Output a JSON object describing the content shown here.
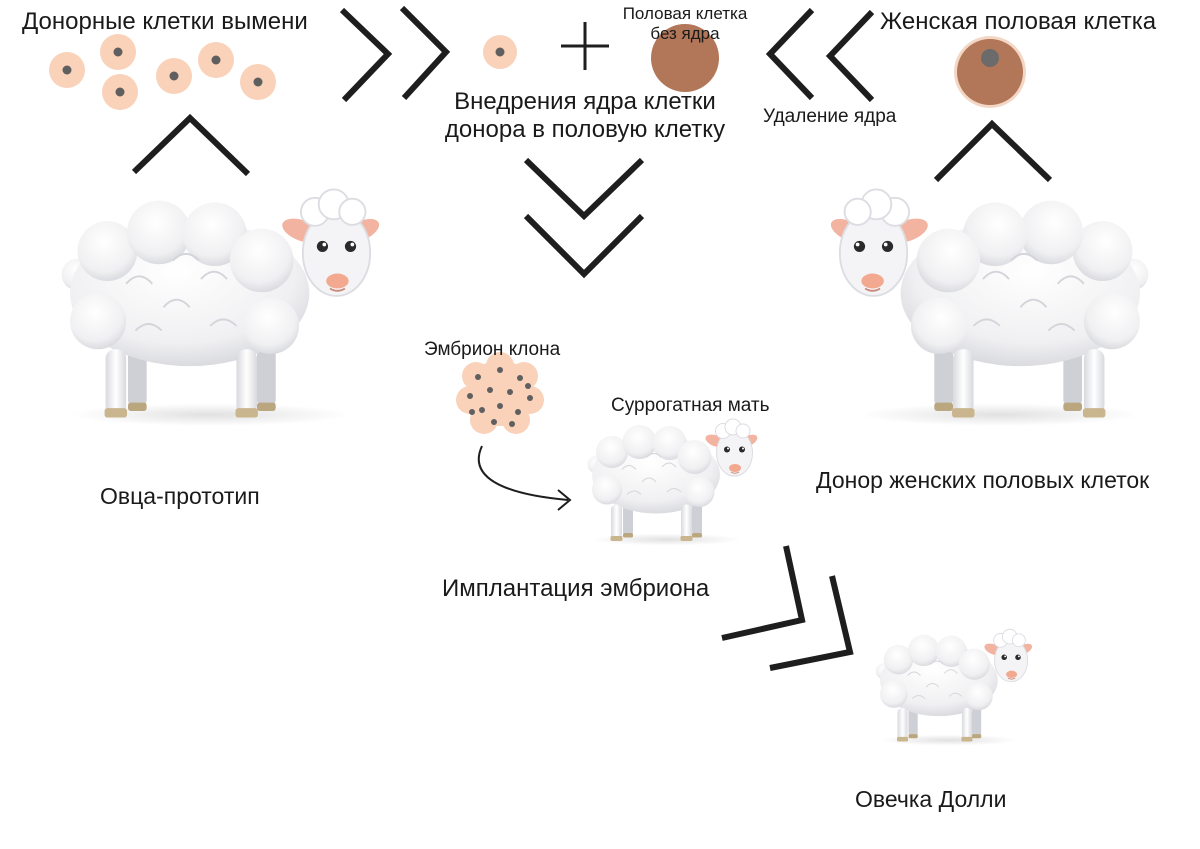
{
  "labels": {
    "donor_udder_cells": "Донорные клетки вымени",
    "egg_without_nucleus_line1": "Половая клетка",
    "egg_without_nucleus_line2": "без ядра",
    "female_egg_cell": "Женская половая клетка",
    "nucleus_insertion_line1": "Внедрения ядра клетки",
    "nucleus_insertion_line2": "донора в половую клетку",
    "nucleus_removal": "Удаление ядра",
    "prototype_sheep": "Овца-прототип",
    "egg_donor_sheep": "Донор женских половых клеток",
    "clone_embryo": "Эмбрион клона",
    "surrogate_mother": "Суррогатная мать",
    "embryo_implantation": "Имплантация эмбриона",
    "dolly_sheep": "Овечка Долли"
  },
  "colors": {
    "cell_fill": "#f9d2b9",
    "cell_nucleus": "#5f5f5f",
    "egg_fill": "#b27658",
    "egg_rim": "#f3d7c5",
    "chevron": "#1e1e1e",
    "wool": "#f0f0f2",
    "wool_shade": "#d4d5da",
    "face_pink": "#f2b3a0",
    "hoof": "#c9b58e"
  },
  "icons": [
    "sheep-icon",
    "cell-icon",
    "egg-cell-icon",
    "plus-icon",
    "chevron-icon",
    "curved-arrow-icon",
    "embryo-icon"
  ]
}
